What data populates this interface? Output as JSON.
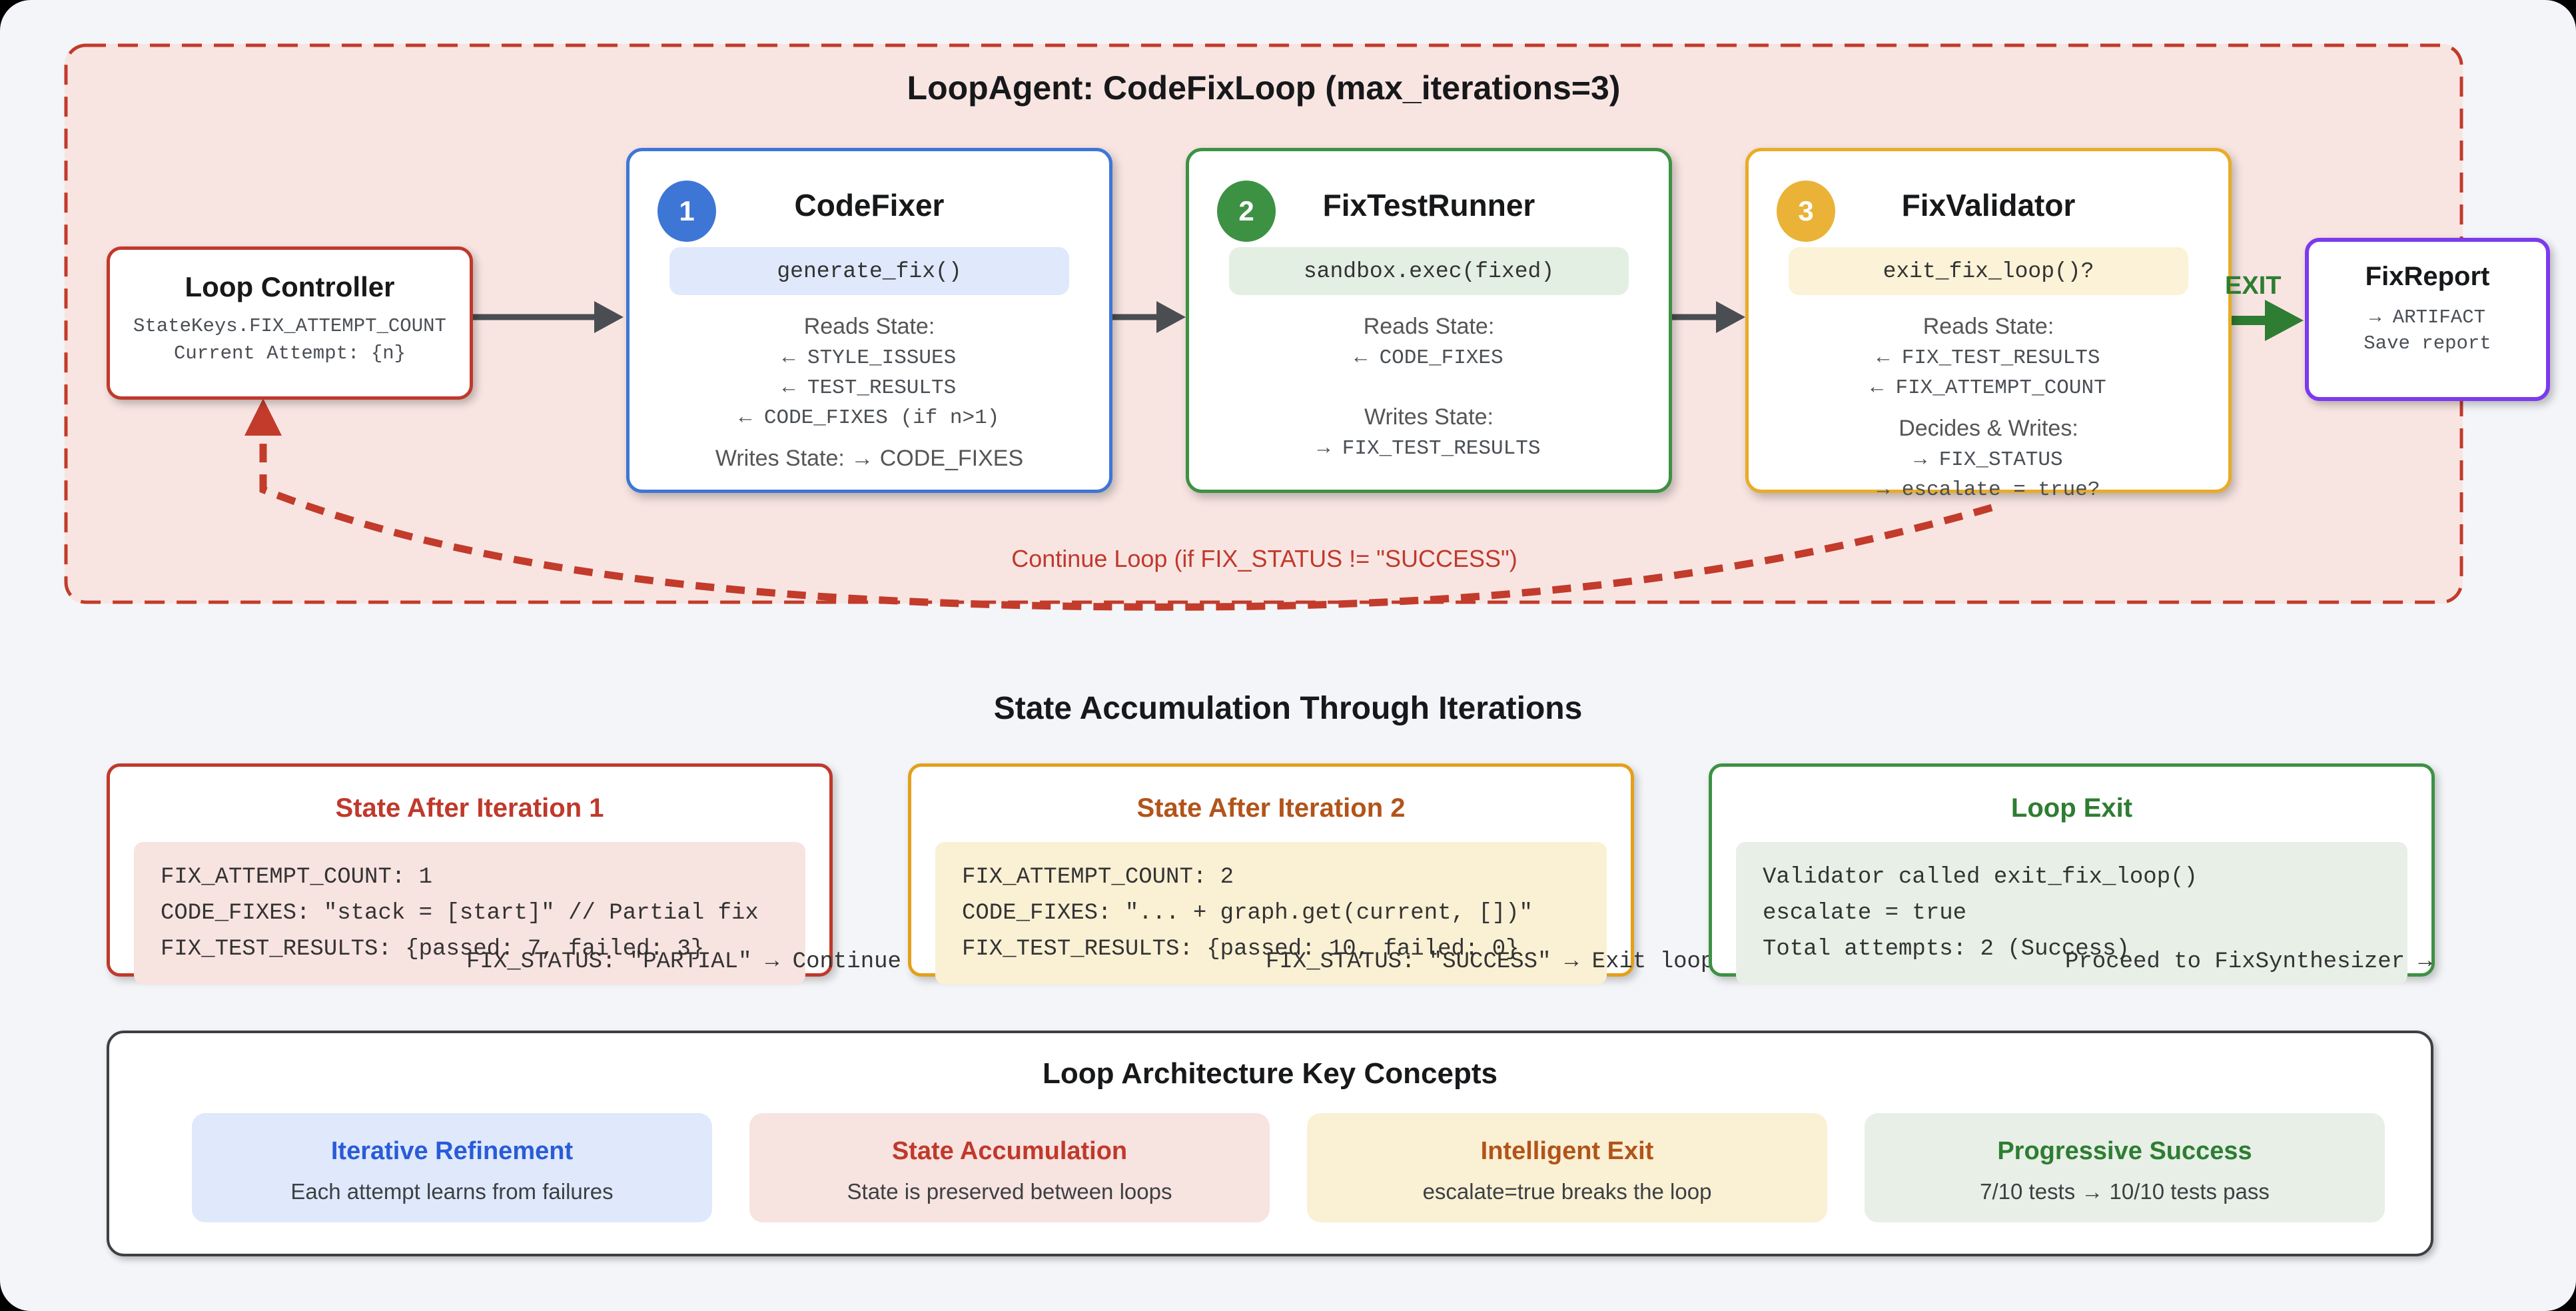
{
  "loop": {
    "title": "LoopAgent: CodeFixLoop (max_iterations=3)",
    "controller": {
      "title": "Loop Controller",
      "lines": [
        "StateKeys.FIX_ATTEMPT_COUNT",
        "Current Attempt: {n}"
      ]
    },
    "agents": [
      {
        "number": "1",
        "title": "CodeFixer",
        "code": "generate_fix()",
        "reads_label": "Reads State:",
        "reads": [
          "← STYLE_ISSUES",
          "← TEST_RESULTS",
          "← CODE_FIXES (if n>1)"
        ],
        "writes_label": "Writes State: → CODE_FIXES",
        "writes": []
      },
      {
        "number": "2",
        "title": "FixTestRunner",
        "code": "sandbox.exec(fixed)",
        "reads_label": "Reads State:",
        "reads": [
          "← CODE_FIXES"
        ],
        "writes_label": "Writes State:",
        "writes": [
          "→ FIX_TEST_RESULTS"
        ]
      },
      {
        "number": "3",
        "title": "FixValidator",
        "code": "exit_fix_loop()?",
        "reads_label": "Reads State:",
        "reads": [
          "← FIX_TEST_RESULTS",
          "← FIX_ATTEMPT_COUNT"
        ],
        "writes_label": "Decides & Writes:",
        "writes": [
          "→ FIX_STATUS",
          "→ escalate = true?"
        ]
      }
    ],
    "exit_label": "EXIT",
    "continue_label": "Continue Loop (if FIX_STATUS != \"SUCCESS\")",
    "report": {
      "title": "FixReport",
      "lines": [
        "→ ARTIFACT",
        "Save report"
      ]
    }
  },
  "state_section": {
    "heading": "State Accumulation Through Iterations",
    "cards": [
      {
        "title": "State After Iteration 1",
        "code": [
          "FIX_ATTEMPT_COUNT: 1",
          "CODE_FIXES: \"stack = [start]\" // Partial fix",
          "FIX_TEST_RESULTS: {passed: 7, failed: 3}"
        ],
        "overflow": "FIX_STATUS: \"PARTIAL\" → Continue loop"
      },
      {
        "title": "State After Iteration 2",
        "code": [
          "FIX_ATTEMPT_COUNT: 2",
          "CODE_FIXES: \"... + graph.get(current, [])\"",
          "FIX_TEST_RESULTS: {passed: 10, failed: 0}"
        ],
        "overflow": "FIX_STATUS: \"SUCCESS\" → Exit loop"
      },
      {
        "title": "Loop Exit",
        "code": [
          "Validator called exit_fix_loop()",
          "escalate = true",
          "Total attempts: 2 (Success)"
        ],
        "overflow": "Proceed to FixSynthesizer →"
      }
    ]
  },
  "concepts": {
    "title": "Loop Architecture Key Concepts",
    "items": [
      {
        "title": "Iterative Refinement",
        "subtitle": "Each attempt learns from failures"
      },
      {
        "title": "State Accumulation",
        "subtitle": "State is preserved between loops"
      },
      {
        "title": "Intelligent Exit",
        "subtitle": "escalate=true breaks the loop"
      },
      {
        "title": "Progressive Success",
        "subtitle": "7/10 tests → 10/10 tests pass"
      }
    ]
  },
  "colors": {
    "container_red": "#c0392b",
    "container_fill": "#f8e5e2",
    "blue": "#3e76d6",
    "green": "#3d9143",
    "amber": "#e9ac27",
    "purple": "#7c3aed",
    "exit_green": "#2e7d32",
    "arrow_gray": "#4a4e52",
    "page_bg": "#f3f5f8"
  }
}
